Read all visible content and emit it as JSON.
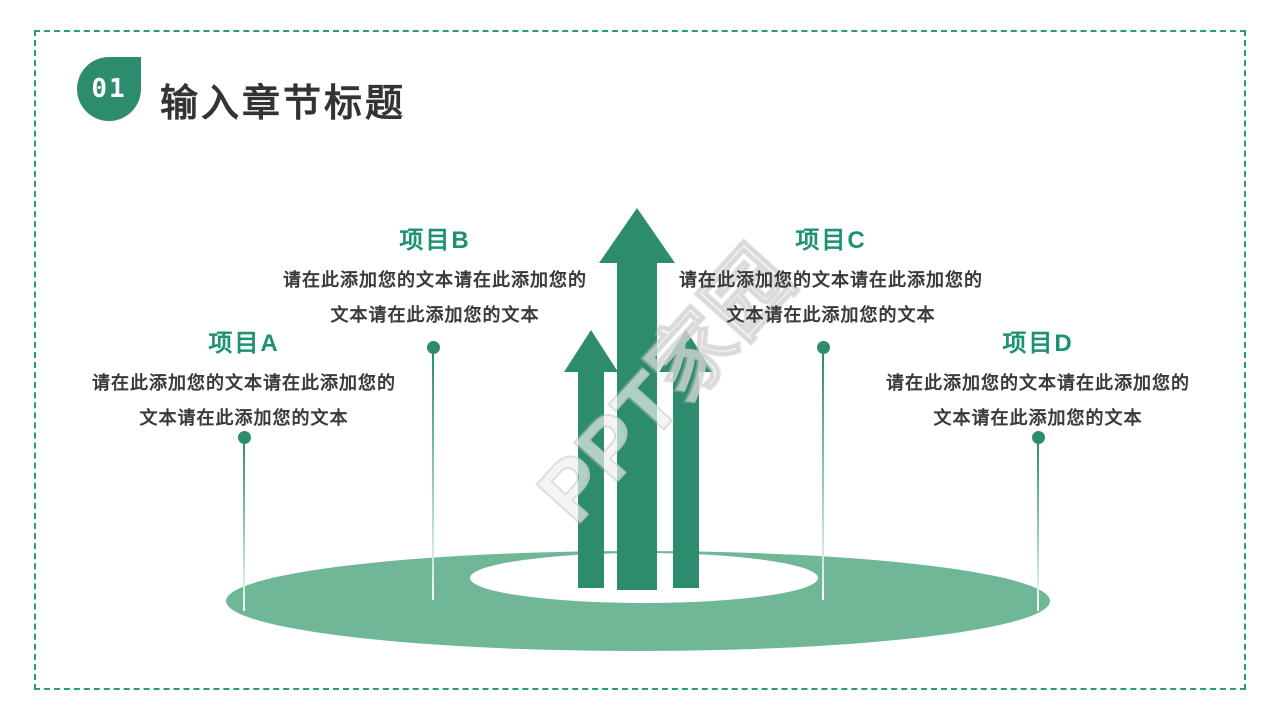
{
  "slide": {
    "badge_number": "01",
    "title": "输入章节标题"
  },
  "watermark": "PPT家园",
  "items": [
    {
      "id": "A",
      "label": "项目A",
      "text_line1": "请在此添加您的文本请在此添加您的",
      "text_line2": "文本请在此添加您的文本"
    },
    {
      "id": "B",
      "label": "项目B",
      "text_line1": "请在此添加您的文本请在此添加您的",
      "text_line2": "文本请在此添加您的文本"
    },
    {
      "id": "C",
      "label": "项目C",
      "text_line1": "请在此添加您的文本请在此添加您的",
      "text_line2": "文本请在此添加您的文本"
    },
    {
      "id": "D",
      "label": "项目D",
      "text_line1": "请在此添加您的文本请在此添加您的",
      "text_line2": "文本请在此添加您的文本"
    }
  ],
  "colors": {
    "primary_green": "#2e8c6e",
    "light_green": "#6fb797",
    "label_green": "#1f9173",
    "border_dash_green": "#2a9a77",
    "title_text": "#333333",
    "body_text": "#3a3a3a",
    "watermark_gray": "#c8c8c8"
  }
}
